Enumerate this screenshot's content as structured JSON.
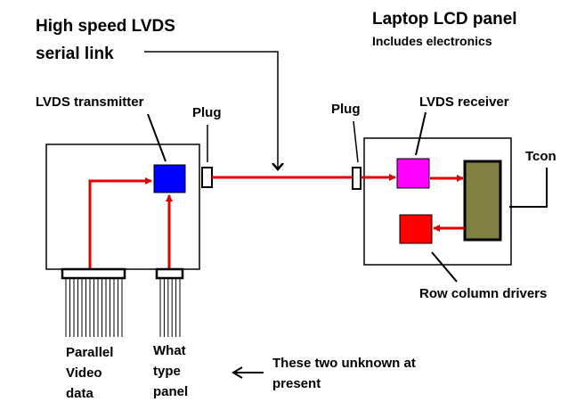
{
  "title": {
    "line1": "High speed LVDS",
    "line2": "serial link"
  },
  "panel": {
    "title": "Laptop LCD panel",
    "subtitle": "Includes electronics"
  },
  "labels": {
    "lvds_transmitter": "LVDS  transmitter",
    "plug_left": "Plug",
    "plug_right": "Plug",
    "lvds_receiver": "LVDS   receiver",
    "tcon": "Tcon",
    "row_column_drivers": "Row column drivers",
    "parallel_video_data": [
      "Parallel",
      "Video",
      "data"
    ],
    "what_type_panel": [
      "What",
      "type",
      "panel"
    ],
    "unknown_note": [
      "These two unknown at",
      "present"
    ]
  },
  "colors": {
    "signal": "#e00000",
    "transmitter": "#0000ff",
    "receiver": "#ff00ff",
    "driver": "#ff0000",
    "tcon": "#808040",
    "outline": "#000000"
  },
  "icons": {
    "note_arrow": "left-arrow-icon"
  }
}
